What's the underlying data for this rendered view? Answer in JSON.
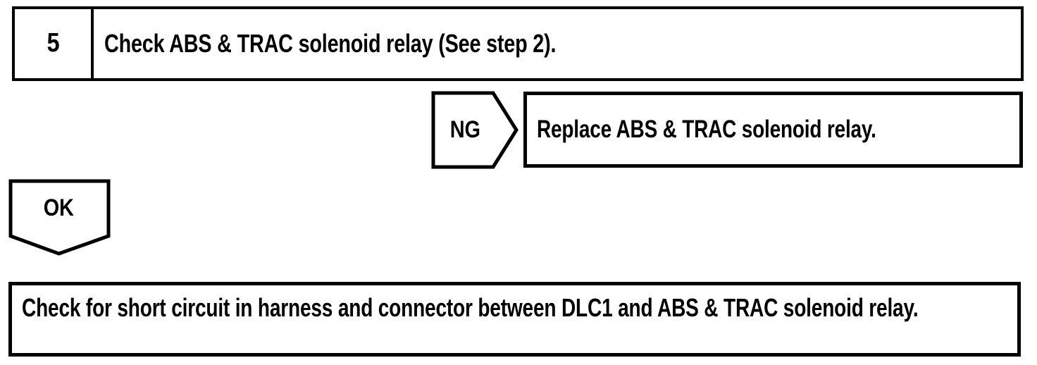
{
  "colors": {
    "ink": "#000000",
    "paper": "#ffffff"
  },
  "step": {
    "number": "5",
    "instruction": "Check ABS & TRAC solenoid relay (See step 2)."
  },
  "ng_branch": {
    "label": "NG",
    "action": "Replace ABS & TRAC solenoid relay."
  },
  "ok_branch": {
    "label": "OK"
  },
  "result": {
    "instruction": "Check for short circuit in harness and connector between DLC1 and ABS & TRAC solenoid relay."
  }
}
